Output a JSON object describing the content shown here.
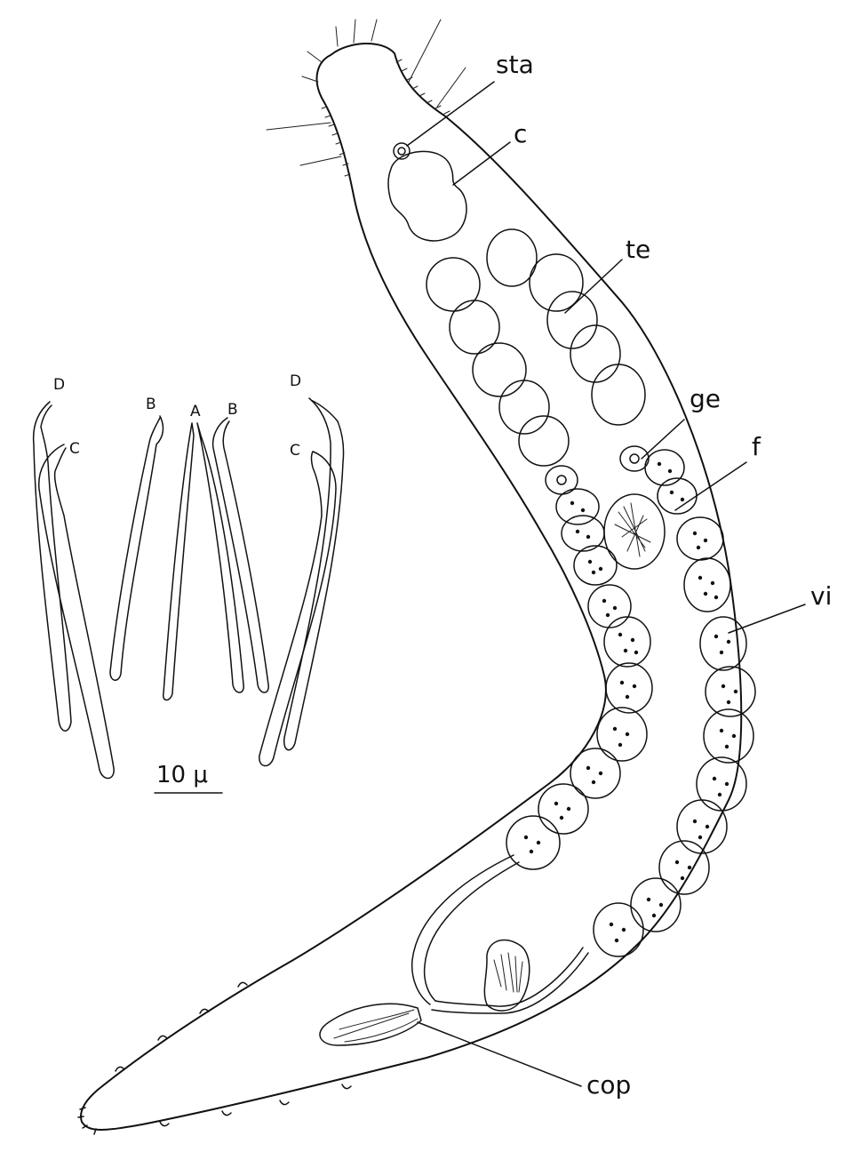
{
  "labels": {
    "sta": "sta",
    "c": "c",
    "te": "te",
    "ge": "ge",
    "f": "f",
    "vi": "vi",
    "cop": "cop"
  },
  "stylet_labels": {
    "left_d": "D",
    "left_c": "C",
    "left_b": "B",
    "center_a": "A",
    "right_b": "B",
    "right_d": "D",
    "right_c": "C"
  },
  "scale_bar": {
    "text": "10 μ"
  },
  "colors": {
    "ink": "#111111",
    "background": "#ffffff"
  }
}
